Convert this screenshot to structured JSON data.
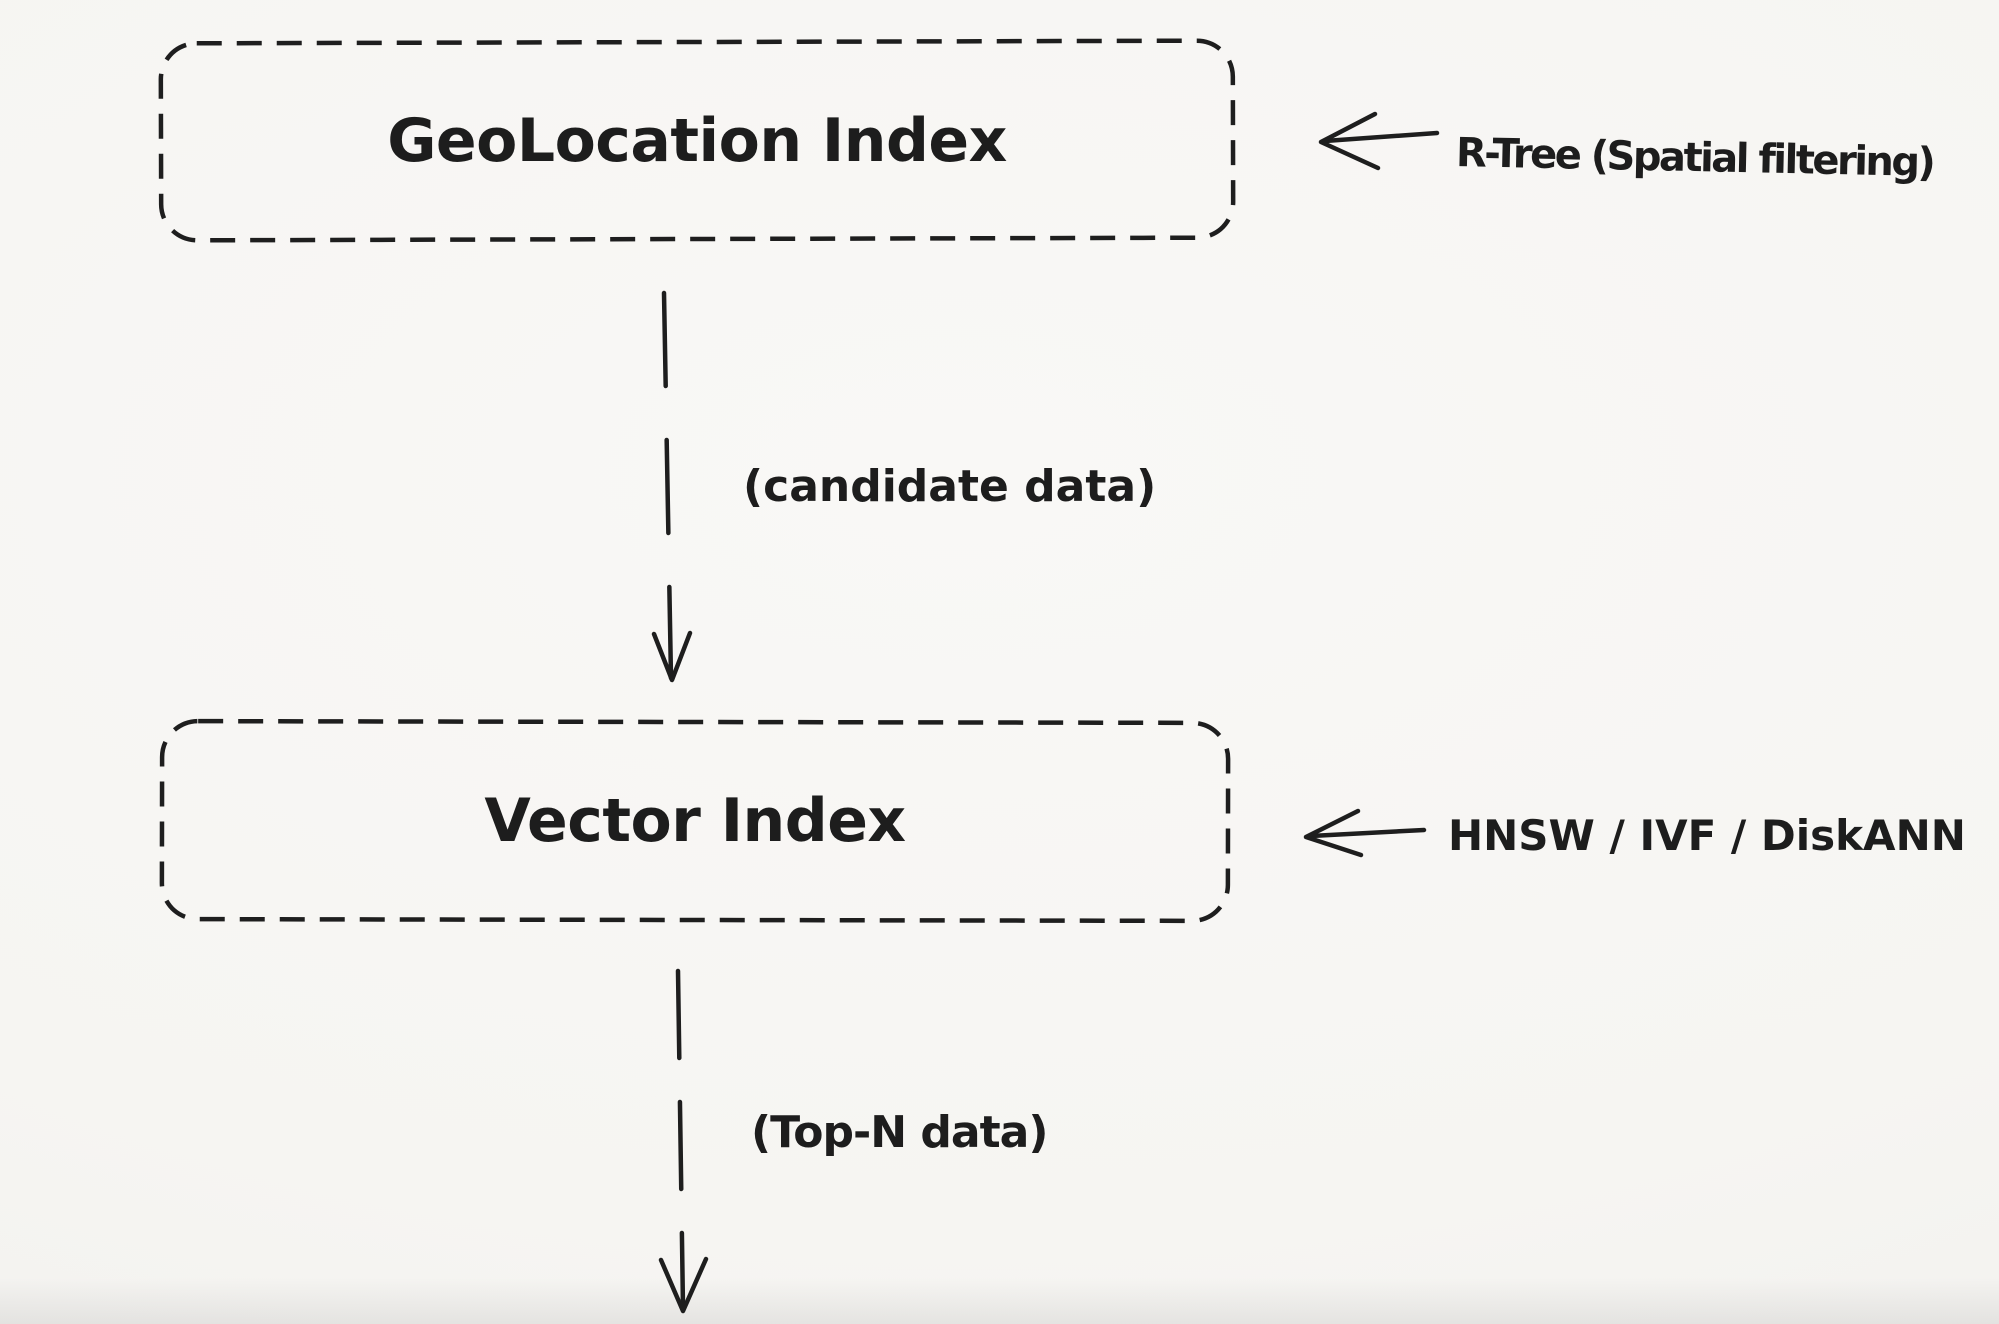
{
  "canvas": {
    "background": "#f6f5f2",
    "ink": "#1e1e1e"
  },
  "nodes": [
    {
      "id": "geolocation-index",
      "label": "GeoLocation Index"
    },
    {
      "id": "vector-index",
      "label": "Vector Index"
    }
  ],
  "flow_labels": [
    {
      "id": "candidate-data",
      "label": "(candidate data)",
      "from": "GeoLocation Index",
      "to": "Vector Index"
    },
    {
      "id": "top-n-data",
      "label": "(Top-N data)",
      "from": "Vector Index",
      "to": "output"
    }
  ],
  "annotations": [
    {
      "id": "r-tree",
      "label": "R-Tree (Spatial filtering)",
      "target": "GeoLocation Index"
    },
    {
      "id": "hnsw",
      "label": "HNSW / IVF / DiskANN",
      "target": "Vector Index"
    }
  ]
}
